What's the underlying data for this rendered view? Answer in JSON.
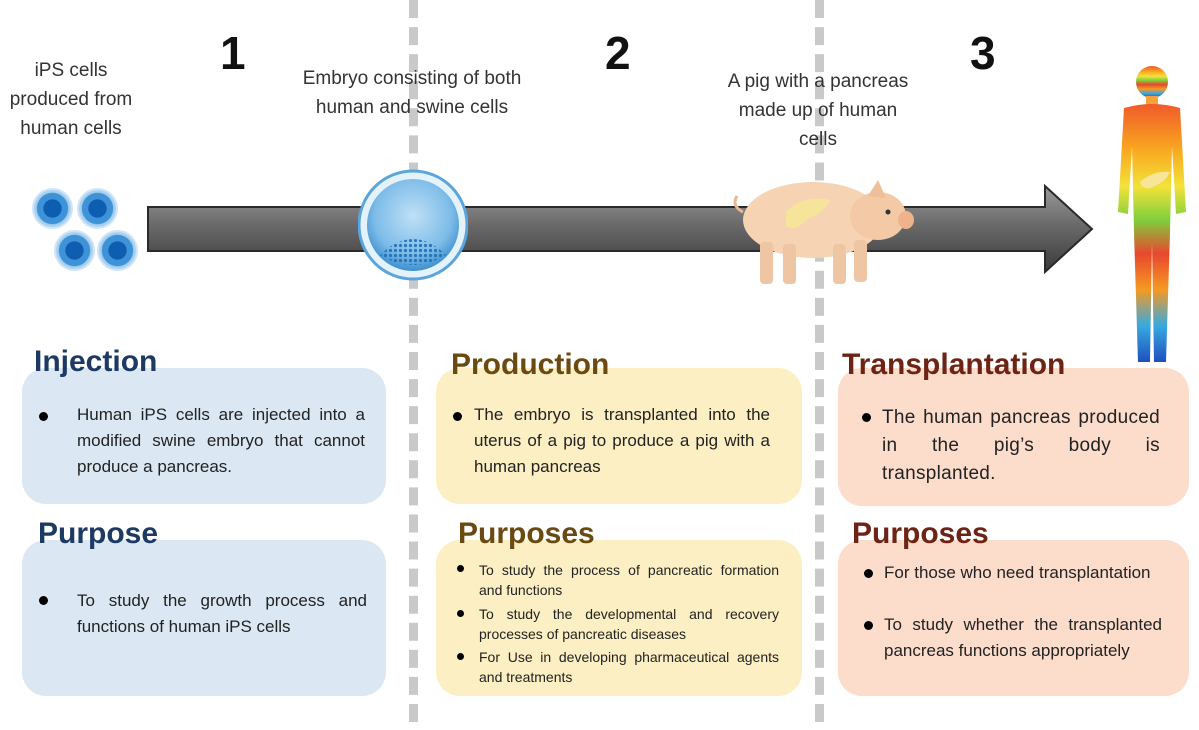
{
  "steps": [
    "1",
    "2",
    "3"
  ],
  "captions": {
    "ips_cells": "iPS cells produced from human cells",
    "embryo": "Embryo consisting of both human and swine cells",
    "pig": "A pig with a pancreas made up of human cells"
  },
  "panels": {
    "injection": {
      "title": "Injection",
      "bullets": [
        "Human iPS cells are injected into a modified swine embryo that cannot produce a pancreas."
      ]
    },
    "purpose": {
      "title": "Purpose",
      "bullets": [
        "To study the growth process and functions of human iPS cells"
      ]
    },
    "production": {
      "title": "Production",
      "bullets": [
        "The embryo is transplanted into the uterus of a pig to produce a pig with a human pancreas"
      ]
    },
    "purposes_2": {
      "title": "Purposes",
      "bullets": [
        "To study the process of pancreatic formation and functions",
        "To study the developmental and recovery processes of pancreatic diseases",
        "For Use in developing pharmaceutical agents and treatments"
      ]
    },
    "transplantation": {
      "title": "Transplantation",
      "bullets": [
        "The human pancreas produced in the pig’s body is transplanted."
      ]
    },
    "purposes_3": {
      "title": "Purposes",
      "bullets": [
        "For those who need transplantation",
        "To study whether the transplanted pancreas functions appropriately"
      ]
    }
  },
  "colors": {
    "blue_panel": "#dbe7f3",
    "yellow_panel": "#fcefc3",
    "peach_panel": "#fcdccb",
    "arrow": "#555555"
  },
  "icons": [
    "ips-cell-icon",
    "embryo-icon",
    "pig-icon",
    "human-body-icon"
  ]
}
